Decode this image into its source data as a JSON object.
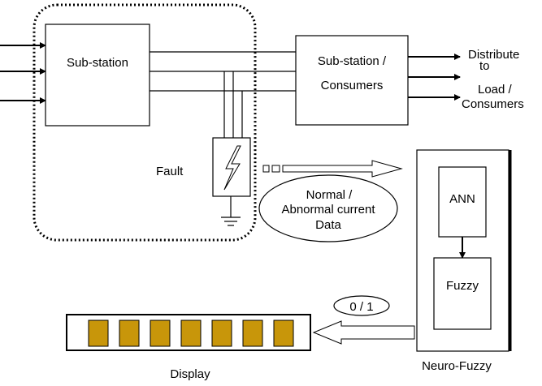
{
  "blocks": {
    "substation": "Sub-station",
    "consumers_line1": "Sub-station /",
    "consumers_line2": "Consumers",
    "ann": "ANN",
    "fuzzy": "Fuzzy"
  },
  "labels": {
    "distribute_line1": "Distribute",
    "distribute_line2": "to",
    "load_line1": "Load /",
    "load_line2": "Consumers",
    "fault": "Fault",
    "data_line1": "Normal /",
    "data_line2": "Abnormal current",
    "data_line3": "Data",
    "binary_output": "0 / 1",
    "neuro_fuzzy": "Neuro-Fuzzy",
    "display": "Display"
  },
  "colors": {
    "line": "#000000",
    "display_segment": "#c8960a",
    "background": "#ffffff"
  },
  "display": {
    "segment_count": 7
  }
}
